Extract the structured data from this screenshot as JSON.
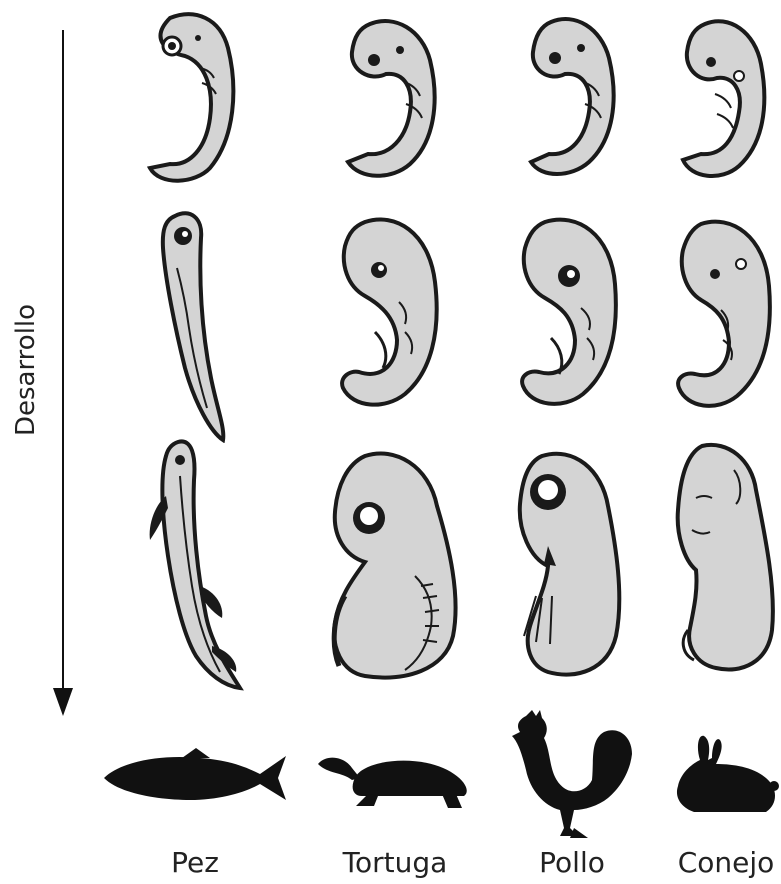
{
  "axis": {
    "label": "Desarrollo"
  },
  "animals": [
    {
      "name": "Pez",
      "icon": "fish-icon"
    },
    {
      "name": "Tortuga",
      "icon": "turtle-icon"
    },
    {
      "name": "Pollo",
      "icon": "rooster-icon"
    },
    {
      "name": "Conejo",
      "icon": "rabbit-icon"
    }
  ],
  "stages": [
    "early",
    "middle",
    "late"
  ],
  "colors": {
    "embryo_fill": "#d4d4d4",
    "outline": "#1a1a1a",
    "silhouette": "#111111"
  }
}
